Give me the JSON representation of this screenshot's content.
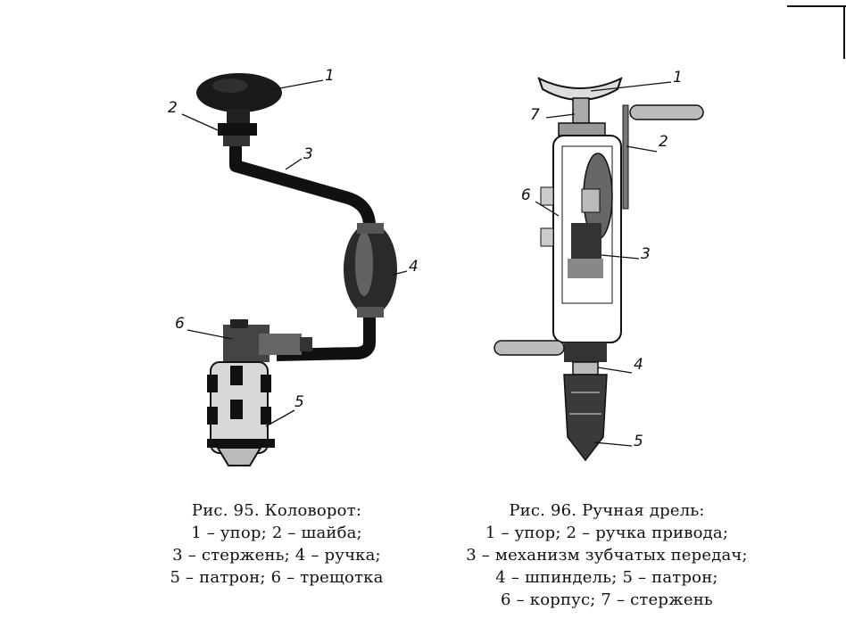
{
  "figure_brace": {
    "callouts": [
      "1",
      "2",
      "3",
      "4",
      "5",
      "6"
    ],
    "caption": {
      "title": "Рис. 95. Коловорот:",
      "lines": [
        "1 – упор; 2 – шайба;",
        "3 – стержень; 4 – ручка;",
        "5 – патрон; 6 – трещотка"
      ]
    }
  },
  "figure_drill": {
    "callouts": [
      "1",
      "2",
      "3",
      "4",
      "5",
      "6",
      "7"
    ],
    "caption": {
      "title": "Рис. 96. Ручная дрель:",
      "lines": [
        "1 – упор; 2 – ручка привода;",
        "3 – механизм зубчатых передач;",
        "4 – шпиндель; 5 – патрон;",
        "6 – корпус; 7 – стержень"
      ]
    }
  }
}
